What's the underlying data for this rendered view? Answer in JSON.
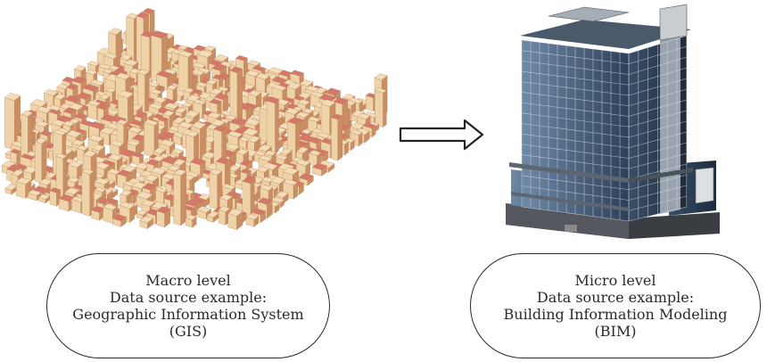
{
  "macro": {
    "lines": [
      "Macro level",
      "Data source example:",
      "Geographic Information System",
      "(GIS)"
    ]
  },
  "micro": {
    "lines": [
      "Micro level",
      "Data source example:",
      "Building Information Modeling",
      "(BIM)"
    ]
  },
  "arrow": {
    "icon": "right-arrow-icon"
  },
  "colors": {
    "city_face": "#efd3a8",
    "city_shadow": "#c98f63",
    "city_roof": "#d4796a",
    "glass_dark": "#2b3e54",
    "glass_light": "#7d97b3",
    "slab": "#5d6670",
    "podium": "#3a3d42"
  }
}
